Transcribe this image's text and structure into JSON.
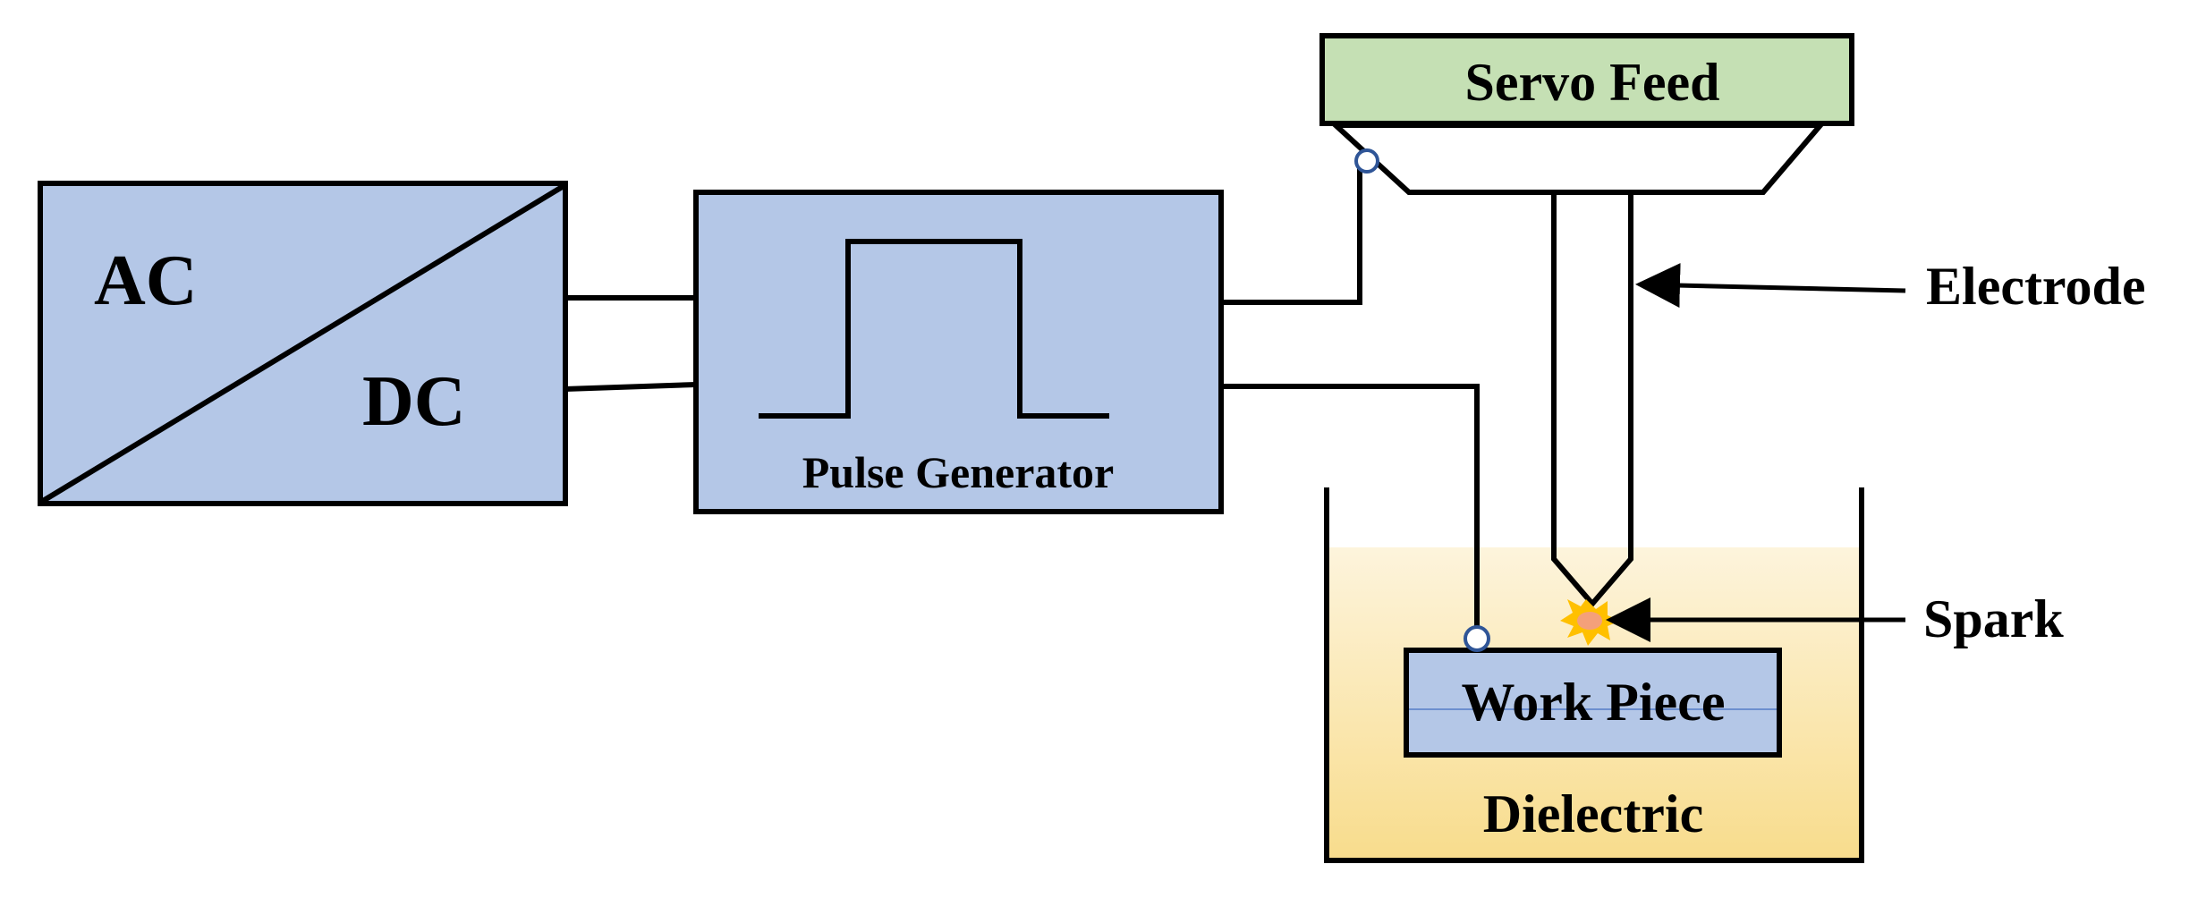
{
  "blocks": {
    "converter": {
      "top_label": "AC",
      "bottom_label": "DC"
    },
    "pulse_generator": {
      "label": "Pulse Generator"
    },
    "servo_feed": {
      "label": "Servo Feed"
    },
    "work_piece": {
      "label": "Work Piece"
    },
    "dielectric": {
      "label": "Dielectric"
    }
  },
  "annotations": {
    "electrode": "Electrode",
    "spark": "Spark"
  },
  "colors": {
    "block_fill": "#b4c7e7",
    "servo_fill": "#c5e0b4",
    "dielectric_top": "#fdf4dc",
    "dielectric_bottom": "#f8dc8c",
    "spark_outer": "#ffc000",
    "spark_inner": "#f4a07a",
    "terminal_stroke": "#2f5597",
    "line": "#000000"
  }
}
